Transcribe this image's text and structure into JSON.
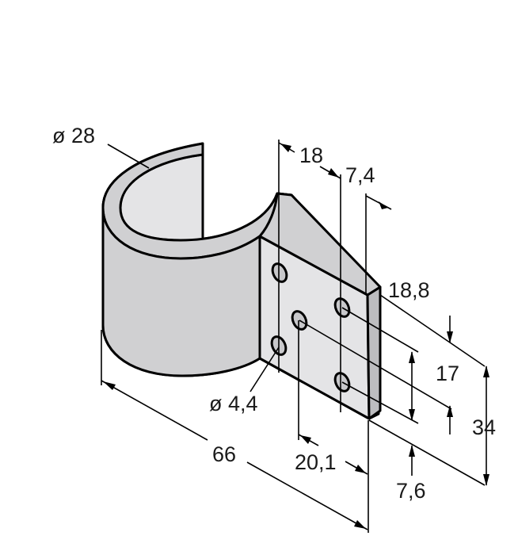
{
  "dimensions": {
    "ring_diameter": "ø 28",
    "hole_spacing_horizontal": "18",
    "plate_thickness": "7,4",
    "plate_offset": "18,8",
    "hole_spacing_vertical": "17",
    "plate_height": "34",
    "hole_diameter": "ø 4,4",
    "overall_length": "66",
    "hole_offset": "20,1",
    "edge_offset": "7,6"
  }
}
